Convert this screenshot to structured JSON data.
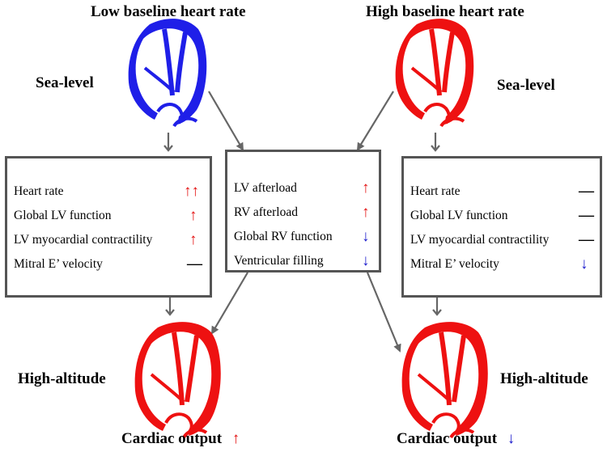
{
  "titles": {
    "left": "Low baseline heart rate",
    "right": "High baseline heart rate"
  },
  "labels": {
    "sea_left": "Sea-level",
    "sea_right": "Sea-level",
    "high_left": "High-altitude",
    "high_right": "High-altitude"
  },
  "boxes": {
    "left": [
      {
        "label": "Heart rate",
        "indicator": "↑↑",
        "kind": "up"
      },
      {
        "label": "Global LV function",
        "indicator": "↑",
        "kind": "up"
      },
      {
        "label": "LV myocardial contractility",
        "indicator": "↑",
        "kind": "up"
      },
      {
        "label": "Mitral E’ velocity",
        "indicator": "—",
        "kind": "same"
      }
    ],
    "center": [
      {
        "label": "LV afterload",
        "indicator": "↑",
        "kind": "up"
      },
      {
        "label": "RV afterload",
        "indicator": "↑",
        "kind": "up"
      },
      {
        "label": "Global RV function",
        "indicator": "↓",
        "kind": "down"
      },
      {
        "label": "Ventricular filling",
        "indicator": "↓",
        "kind": "down"
      }
    ],
    "right": [
      {
        "label": "Heart rate",
        "indicator": "—",
        "kind": "same"
      },
      {
        "label": "Global LV function",
        "indicator": "—",
        "kind": "same"
      },
      {
        "label": "LV myocardial contractility",
        "indicator": "—",
        "kind": "same"
      },
      {
        "label": "Mitral E’ velocity",
        "indicator": "↓",
        "kind": "down"
      }
    ]
  },
  "outputs": {
    "left": {
      "label": "Cardiac output",
      "indicator": "↑"
    },
    "right": {
      "label": "Cardiac output",
      "indicator": "↓"
    }
  },
  "colors": {
    "blue_heart": "#1f1fe8",
    "red_heart": "#ee1111",
    "arrow": "#666666",
    "box_border": "#555555"
  }
}
